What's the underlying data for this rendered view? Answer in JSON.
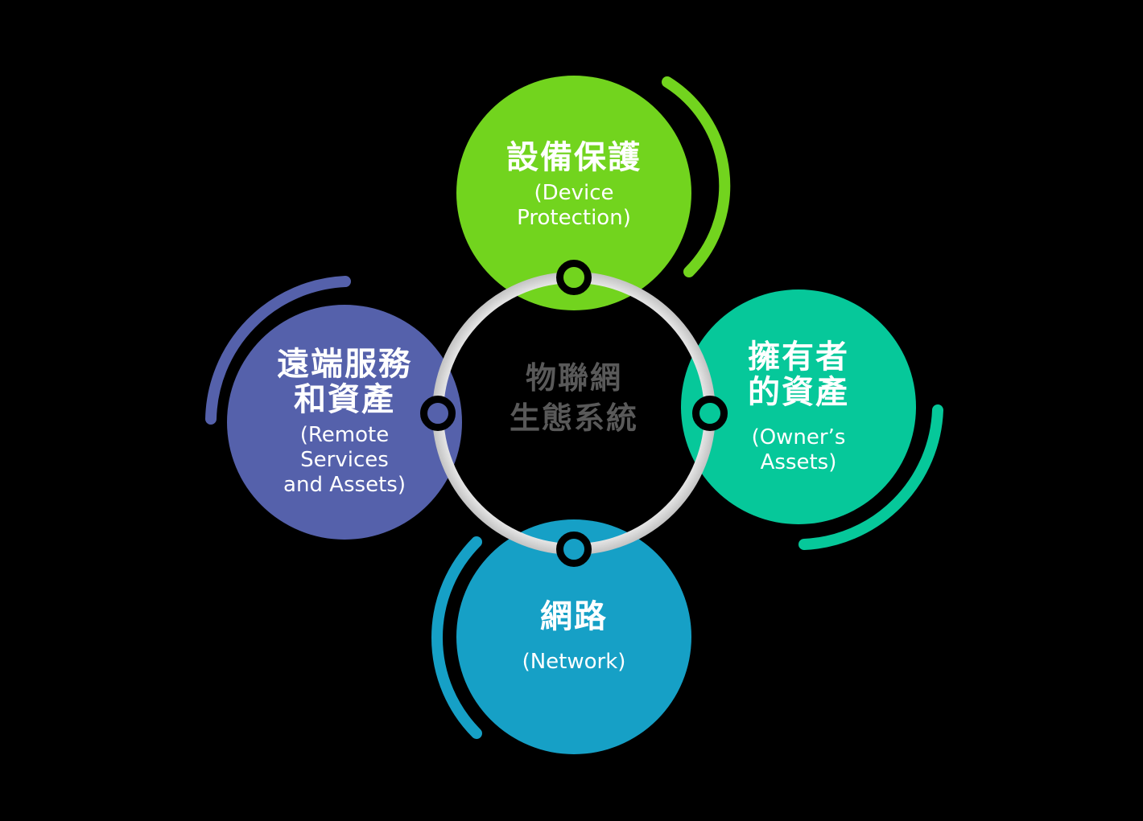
{
  "background_color": "#000000",
  "center": {
    "lines": [
      "物聯網",
      "生態系統"
    ],
    "text_color": "#595959",
    "ring_inner_color": "#F7F7F7",
    "ring_outer_color": "#C3C3C3"
  },
  "nodes": [
    {
      "id": "device-protection",
      "position": "top",
      "color": "#72D41E",
      "title_lines": [
        "設備保護"
      ],
      "subtitle_lines": [
        "(Device",
        "Protection)"
      ]
    },
    {
      "id": "remote-services-and-assets",
      "position": "left",
      "color": "#5561AB",
      "title_lines": [
        "遠端服務",
        "和資產"
      ],
      "subtitle_lines": [
        "(Remote",
        "Services",
        "and Assets)"
      ]
    },
    {
      "id": "owners-assets",
      "position": "right",
      "color": "#06C89A",
      "title_lines": [
        "擁有者",
        "的資產"
      ],
      "subtitle_lines": [
        "(Owner’s",
        "Assets)"
      ]
    },
    {
      "id": "network",
      "position": "bottom",
      "color": "#16A0C6",
      "title_lines": [
        "網路"
      ],
      "subtitle_lines": [
        "(Network)"
      ]
    }
  ]
}
